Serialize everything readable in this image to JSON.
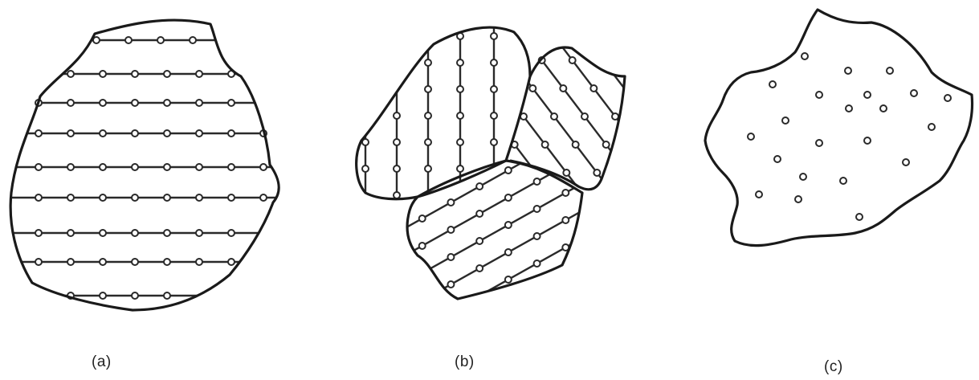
{
  "captions": {
    "a": "(a)",
    "b": "(b)",
    "c": "(c)"
  },
  "colors": {
    "stroke": "#1a1a1a",
    "background": "#ffffff"
  }
}
